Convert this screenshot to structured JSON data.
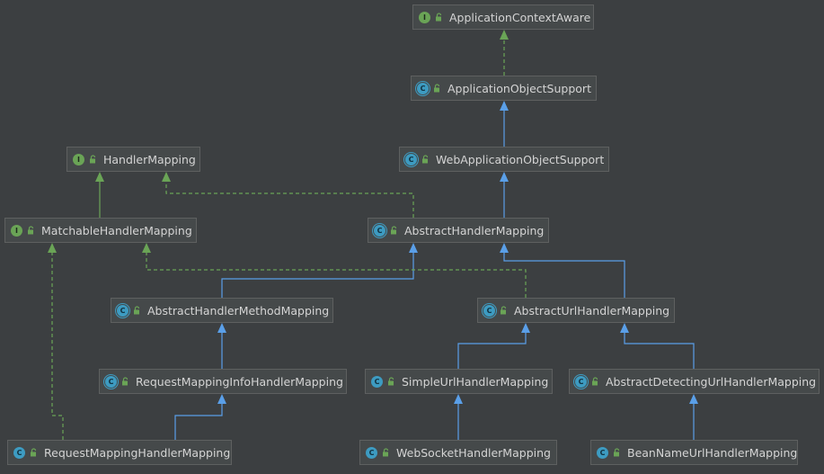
{
  "diagram": {
    "colors": {
      "background": "#3c3f41",
      "extends_edge": "#5a9fe8",
      "implements_edge": "#6aa456",
      "interface_badge": "#6aa456",
      "class_badge": "#3d9bc1"
    },
    "kind_letters": {
      "interface": "I",
      "class": "C"
    },
    "nodes": [
      {
        "id": "app_ctx_aware",
        "label": "ApplicationContextAware",
        "kind": "interface"
      },
      {
        "id": "app_obj_support",
        "label": "ApplicationObjectSupport",
        "kind": "abstract-class"
      },
      {
        "id": "web_app_obj_support",
        "label": "WebApplicationObjectSupport",
        "kind": "abstract-class"
      },
      {
        "id": "handler_mapping",
        "label": "HandlerMapping",
        "kind": "interface"
      },
      {
        "id": "matchable_handler_mapping",
        "label": "MatchableHandlerMapping",
        "kind": "interface"
      },
      {
        "id": "abstract_handler_mapping",
        "label": "AbstractHandlerMapping",
        "kind": "abstract-class"
      },
      {
        "id": "abstract_handler_method_mapping",
        "label": "AbstractHandlerMethodMapping",
        "kind": "abstract-class"
      },
      {
        "id": "abstract_url_handler_mapping",
        "label": "AbstractUrlHandlerMapping",
        "kind": "abstract-class"
      },
      {
        "id": "request_mapping_info_handler_mapping",
        "label": "RequestMappingInfoHandlerMapping",
        "kind": "abstract-class"
      },
      {
        "id": "simple_url_handler_mapping",
        "label": "SimpleUrlHandlerMapping",
        "kind": "class"
      },
      {
        "id": "abstract_detecting_url_handler_mapping",
        "label": "AbstractDetectingUrlHandlerMapping",
        "kind": "abstract-class"
      },
      {
        "id": "request_mapping_handler_mapping",
        "label": "RequestMappingHandlerMapping",
        "kind": "class"
      },
      {
        "id": "websocket_handler_mapping",
        "label": "WebSocketHandlerMapping",
        "kind": "class"
      },
      {
        "id": "bean_name_url_handler_mapping",
        "label": "BeanNameUrlHandlerMapping",
        "kind": "class"
      }
    ],
    "edges": [
      {
        "from": "app_obj_support",
        "to": "app_ctx_aware",
        "type": "implements"
      },
      {
        "from": "web_app_obj_support",
        "to": "app_obj_support",
        "type": "extends"
      },
      {
        "from": "abstract_handler_mapping",
        "to": "web_app_obj_support",
        "type": "extends"
      },
      {
        "from": "matchable_handler_mapping",
        "to": "handler_mapping",
        "type": "extends-interface"
      },
      {
        "from": "abstract_handler_mapping",
        "to": "handler_mapping",
        "type": "implements"
      },
      {
        "from": "abstract_handler_method_mapping",
        "to": "abstract_handler_mapping",
        "type": "extends"
      },
      {
        "from": "abstract_url_handler_mapping",
        "to": "abstract_handler_mapping",
        "type": "extends"
      },
      {
        "from": "abstract_url_handler_mapping",
        "to": "matchable_handler_mapping",
        "type": "implements"
      },
      {
        "from": "request_mapping_info_handler_mapping",
        "to": "abstract_handler_method_mapping",
        "type": "extends"
      },
      {
        "from": "simple_url_handler_mapping",
        "to": "abstract_url_handler_mapping",
        "type": "extends"
      },
      {
        "from": "abstract_detecting_url_handler_mapping",
        "to": "abstract_url_handler_mapping",
        "type": "extends"
      },
      {
        "from": "request_mapping_handler_mapping",
        "to": "request_mapping_info_handler_mapping",
        "type": "extends"
      },
      {
        "from": "request_mapping_handler_mapping",
        "to": "matchable_handler_mapping",
        "type": "implements"
      },
      {
        "from": "websocket_handler_mapping",
        "to": "simple_url_handler_mapping",
        "type": "extends"
      },
      {
        "from": "bean_name_url_handler_mapping",
        "to": "abstract_detecting_url_handler_mapping",
        "type": "extends"
      }
    ]
  }
}
